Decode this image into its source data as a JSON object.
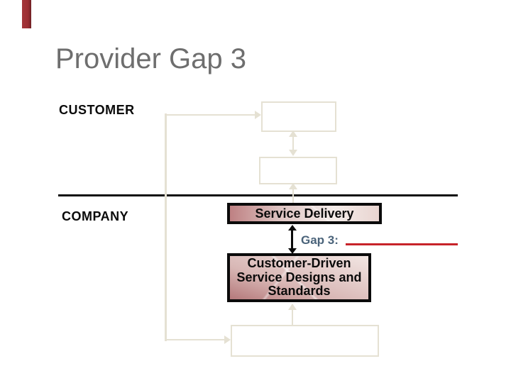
{
  "slide": {
    "title": "Provider Gap 3",
    "section_labels": {
      "customer": "CUSTOMER",
      "company": "COMPANY"
    },
    "boxes": {
      "service_delivery": {
        "label": "Service Delivery"
      },
      "customer_driven": {
        "lines": [
          "Customer-Driven",
          "Service Designs and",
          "Standards"
        ]
      }
    },
    "gap_annotation": {
      "label": "Gap 3:"
    },
    "colors": {
      "title_gray": "#6E6E6E",
      "accent_bar_red": "#9C2E33",
      "gap_label_blue": "#4A637A",
      "gap_line_red": "#C7232A",
      "faded_tan": "#E5E1D3",
      "box_border_black": "#0B0B0B",
      "box_fill_dark_pink": "#BE8183",
      "box_fill_light_pink": "#F4ECE9"
    }
  }
}
